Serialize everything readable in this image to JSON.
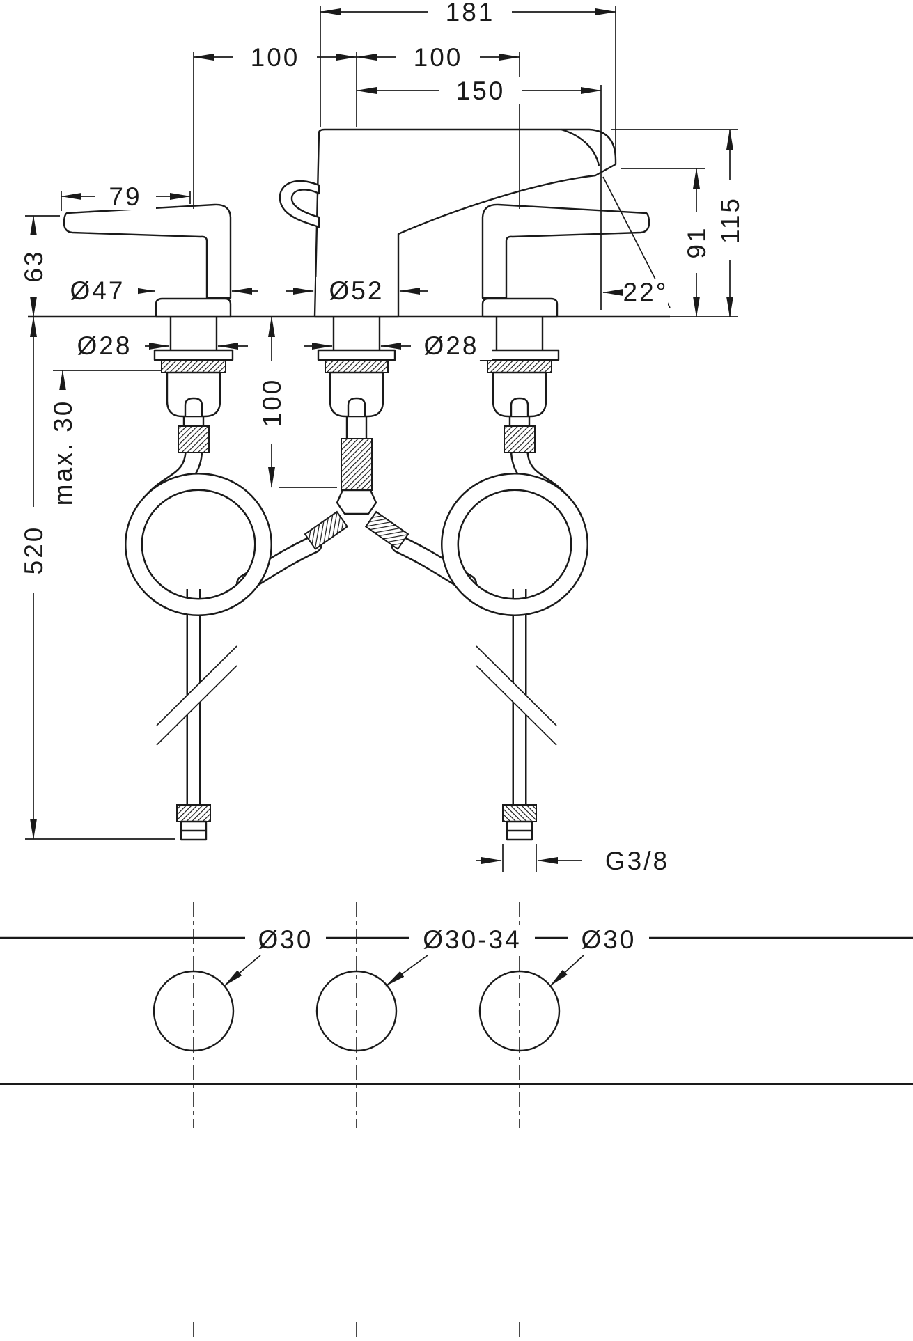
{
  "page": {
    "background": "#ffffff",
    "ink": "#1a1a1a"
  },
  "drawing": {
    "type": "technical-dimension-drawing",
    "subject": "3-hole basin mixer installation drawing",
    "dimensions": {
      "total_projection": "181",
      "spacing_left": "100",
      "spacing_right": "100",
      "spout_reach": "150",
      "handle_length": "79",
      "handle_height": "63",
      "handle_base_diameter": "Ø47",
      "spout_base_diameter": "Ø52",
      "shank_diameter_left": "Ø28",
      "shank_diameter_center": "Ø28",
      "connection_depth": "100",
      "max_deck_thickness": "max. 30",
      "outlet_height": "91",
      "total_height": "115",
      "outlet_angle": "22°",
      "supply_length": "520",
      "thread_size": "G3/8",
      "hole_diameter_left": "Ø30",
      "hole_diameter_center": "Ø30-34",
      "hole_diameter_right": "Ø30"
    }
  }
}
